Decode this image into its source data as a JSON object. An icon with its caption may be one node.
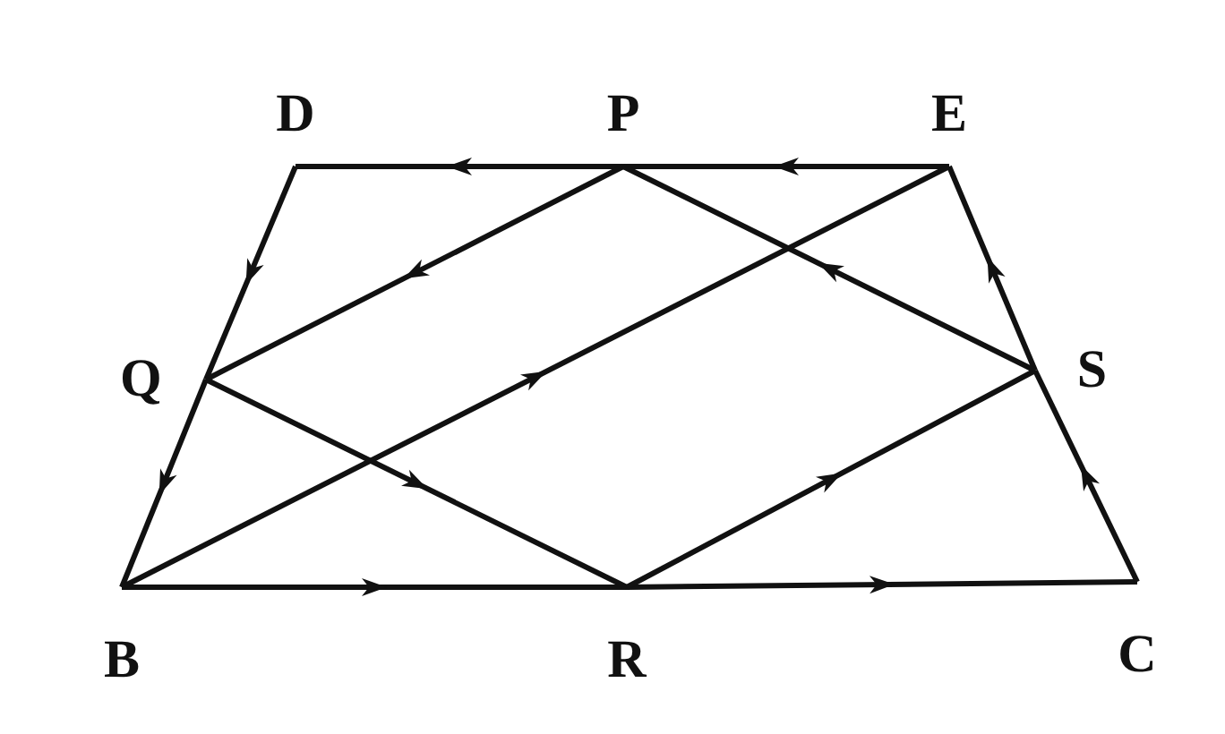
{
  "diagram": {
    "nodes": [
      {
        "text": [
          "D"
        ]
      },
      {
        "text": [
          "P"
        ]
      },
      {
        "text": [
          "E"
        ]
      },
      {
        "text": [
          "Q"
        ]
      },
      {
        "text": [
          "S"
        ]
      },
      {
        "text": [
          "B"
        ]
      },
      {
        "text": [
          "R"
        ]
      },
      {
        "text": [
          "C"
        ]
      }
    ],
    "edges": [
      {
        "from": 1,
        "to": 0,
        "arrow": "to"
      },
      {
        "from": 2,
        "to": 1,
        "arrow": "to"
      },
      {
        "from": 0,
        "to": 3,
        "arrow": "to"
      },
      {
        "from": 3,
        "to": 5,
        "arrow": "to"
      },
      {
        "from": 5,
        "to": 6,
        "arrow": "to"
      },
      {
        "from": 6,
        "to": 7,
        "arrow": "to"
      },
      {
        "from": 7,
        "to": 4,
        "arrow": "to"
      },
      {
        "from": 4,
        "to": 2,
        "arrow": "to"
      },
      {
        "from": 1,
        "to": 3,
        "arrow": "to"
      },
      {
        "from": 5,
        "to": 2,
        "arrow": "to"
      },
      {
        "from": 3,
        "to": 6,
        "arrow": "to"
      },
      {
        "from": 6,
        "to": 4,
        "arrow": "to"
      },
      {
        "from": 4,
        "to": 1,
        "arrow": "to"
      }
    ]
  }
}
